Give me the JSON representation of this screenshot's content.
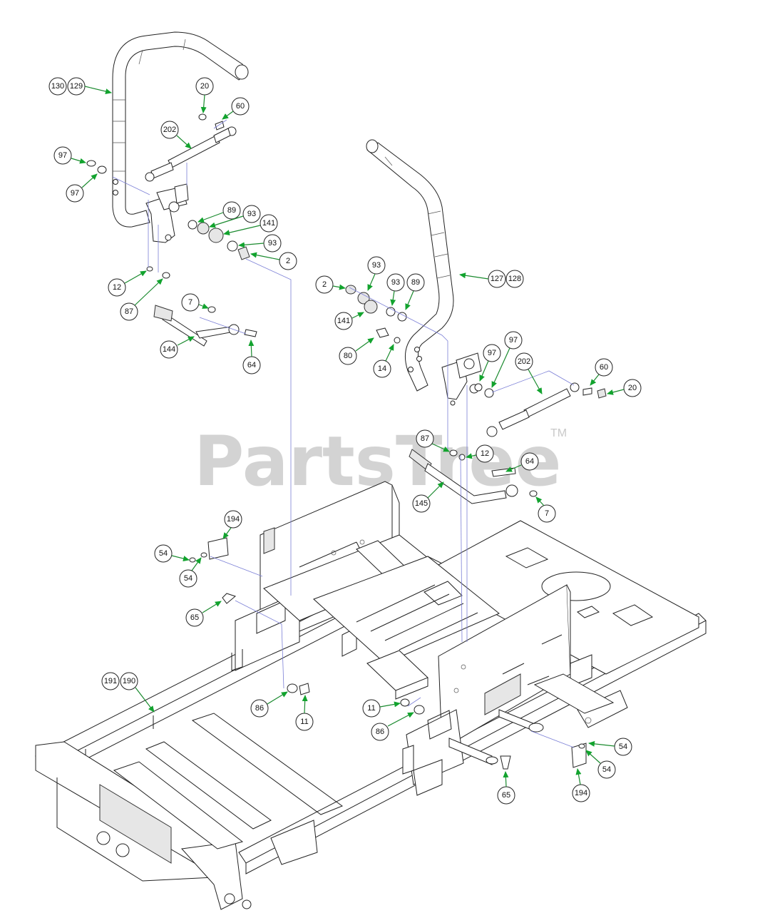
{
  "watermark": {
    "text": "PartsTree",
    "trademark": "TM"
  },
  "colors": {
    "leader": "#1a8a2e",
    "arrow": "#12a32e",
    "reference_line": "#7b7fd6",
    "watermark": "#c9c9c9"
  },
  "callouts": {
    "c130": "130",
    "c129": "129",
    "c20a": "20",
    "c60a": "60",
    "c202a": "202",
    "c97a": "97",
    "c97b": "97",
    "c89a": "89",
    "c93a": "93",
    "c141a": "141",
    "c93b": "93",
    "c2a": "2",
    "c12a": "12",
    "c87a": "87",
    "c7a": "7",
    "c144": "144",
    "c64a": "64",
    "c127": "127",
    "c128": "128",
    "c2b": "2",
    "c93c": "93",
    "c93d": "93",
    "c89b": "89",
    "c141b": "141",
    "c80": "80",
    "c14": "14",
    "c97c": "97",
    "c97d": "97",
    "c202b": "202",
    "c60b": "60",
    "c20b": "20",
    "c87b": "87",
    "c12b": "12",
    "c64b": "64",
    "c145": "145",
    "c7b": "7",
    "c194a": "194",
    "c54a": "54",
    "c54b": "54",
    "c65a": "65",
    "c191": "191",
    "c190": "190",
    "c86a": "86",
    "c11a": "11",
    "c11b": "11",
    "c86b": "86",
    "c54c": "54",
    "c54d": "54",
    "c65b": "65",
    "c194b": "194"
  }
}
